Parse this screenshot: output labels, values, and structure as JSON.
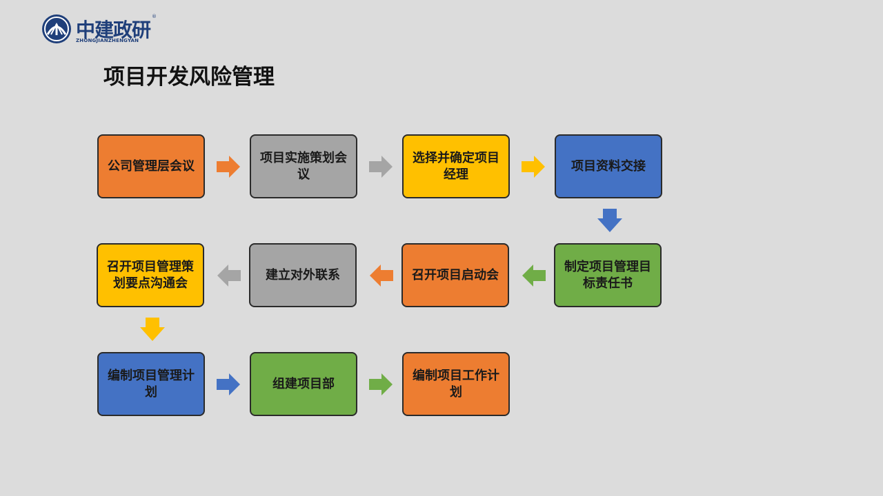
{
  "logo": {
    "cn": "中建政研",
    "en": "ZHONGJIANZHENGYAN",
    "reg": "®"
  },
  "title": "项目开发风险管理",
  "colors": {
    "orange": "#ed7d31",
    "gray": "#a5a5a5",
    "yellow": "#ffc000",
    "blue": "#4472c4",
    "green": "#70ad47",
    "background": "#dcdcdc"
  },
  "steps": [
    {
      "label": "公司管理层会议",
      "color": "orange"
    },
    {
      "label": "项目实施策划会议",
      "color": "gray"
    },
    {
      "label": "选择并确定项目经理",
      "color": "yellow"
    },
    {
      "label": "项目资料交接",
      "color": "blue"
    },
    {
      "label": "制定项目管理目标责任书",
      "color": "green"
    },
    {
      "label": "召开项目启动会",
      "color": "orange"
    },
    {
      "label": "建立对外联系",
      "color": "gray"
    },
    {
      "label": "召开项目管理策划要点沟通会",
      "color": "yellow"
    },
    {
      "label": "编制项目管理计划",
      "color": "blue"
    },
    {
      "label": "组建项目部",
      "color": "green"
    },
    {
      "label": "编制项目工作计划",
      "color": "orange"
    }
  ],
  "arrows": [
    {
      "direction": "right",
      "color": "orange"
    },
    {
      "direction": "right",
      "color": "gray"
    },
    {
      "direction": "right",
      "color": "yellow"
    },
    {
      "direction": "down",
      "color": "blue"
    },
    {
      "direction": "left",
      "color": "green"
    },
    {
      "direction": "left",
      "color": "orange"
    },
    {
      "direction": "left",
      "color": "gray"
    },
    {
      "direction": "down",
      "color": "yellow"
    },
    {
      "direction": "right",
      "color": "blue"
    },
    {
      "direction": "right",
      "color": "green"
    }
  ]
}
